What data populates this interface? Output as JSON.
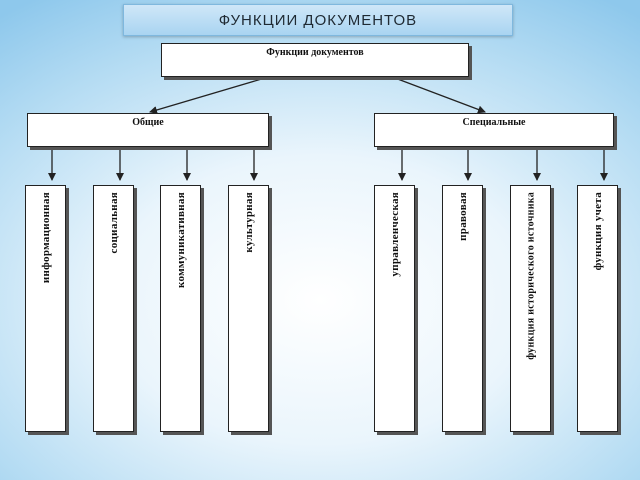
{
  "slide": {
    "title": "ФУНКЦИИ ДОКУМЕНТОВ"
  },
  "diagram": {
    "root": "Функции документов",
    "groups": [
      {
        "label": "Общие",
        "children": [
          "информационная",
          "социальная",
          "коммуникативная",
          "культурная"
        ]
      },
      {
        "label": "Специальные",
        "children": [
          "управленческая",
          "правовая",
          "функция исторического источника",
          "функция учета"
        ]
      }
    ]
  }
}
